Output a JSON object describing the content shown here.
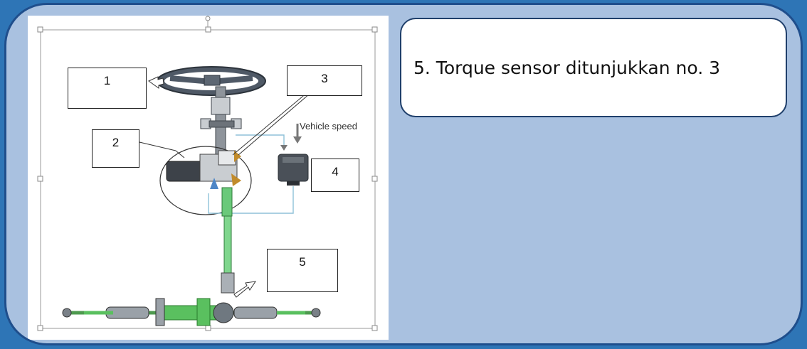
{
  "figure": {
    "labels": [
      "1",
      "2",
      "3",
      "4",
      "5"
    ],
    "vehicle_speed": "Vehicle speed"
  },
  "callout": {
    "text": "5. Torque sensor ditunjukkan no. 3"
  }
}
